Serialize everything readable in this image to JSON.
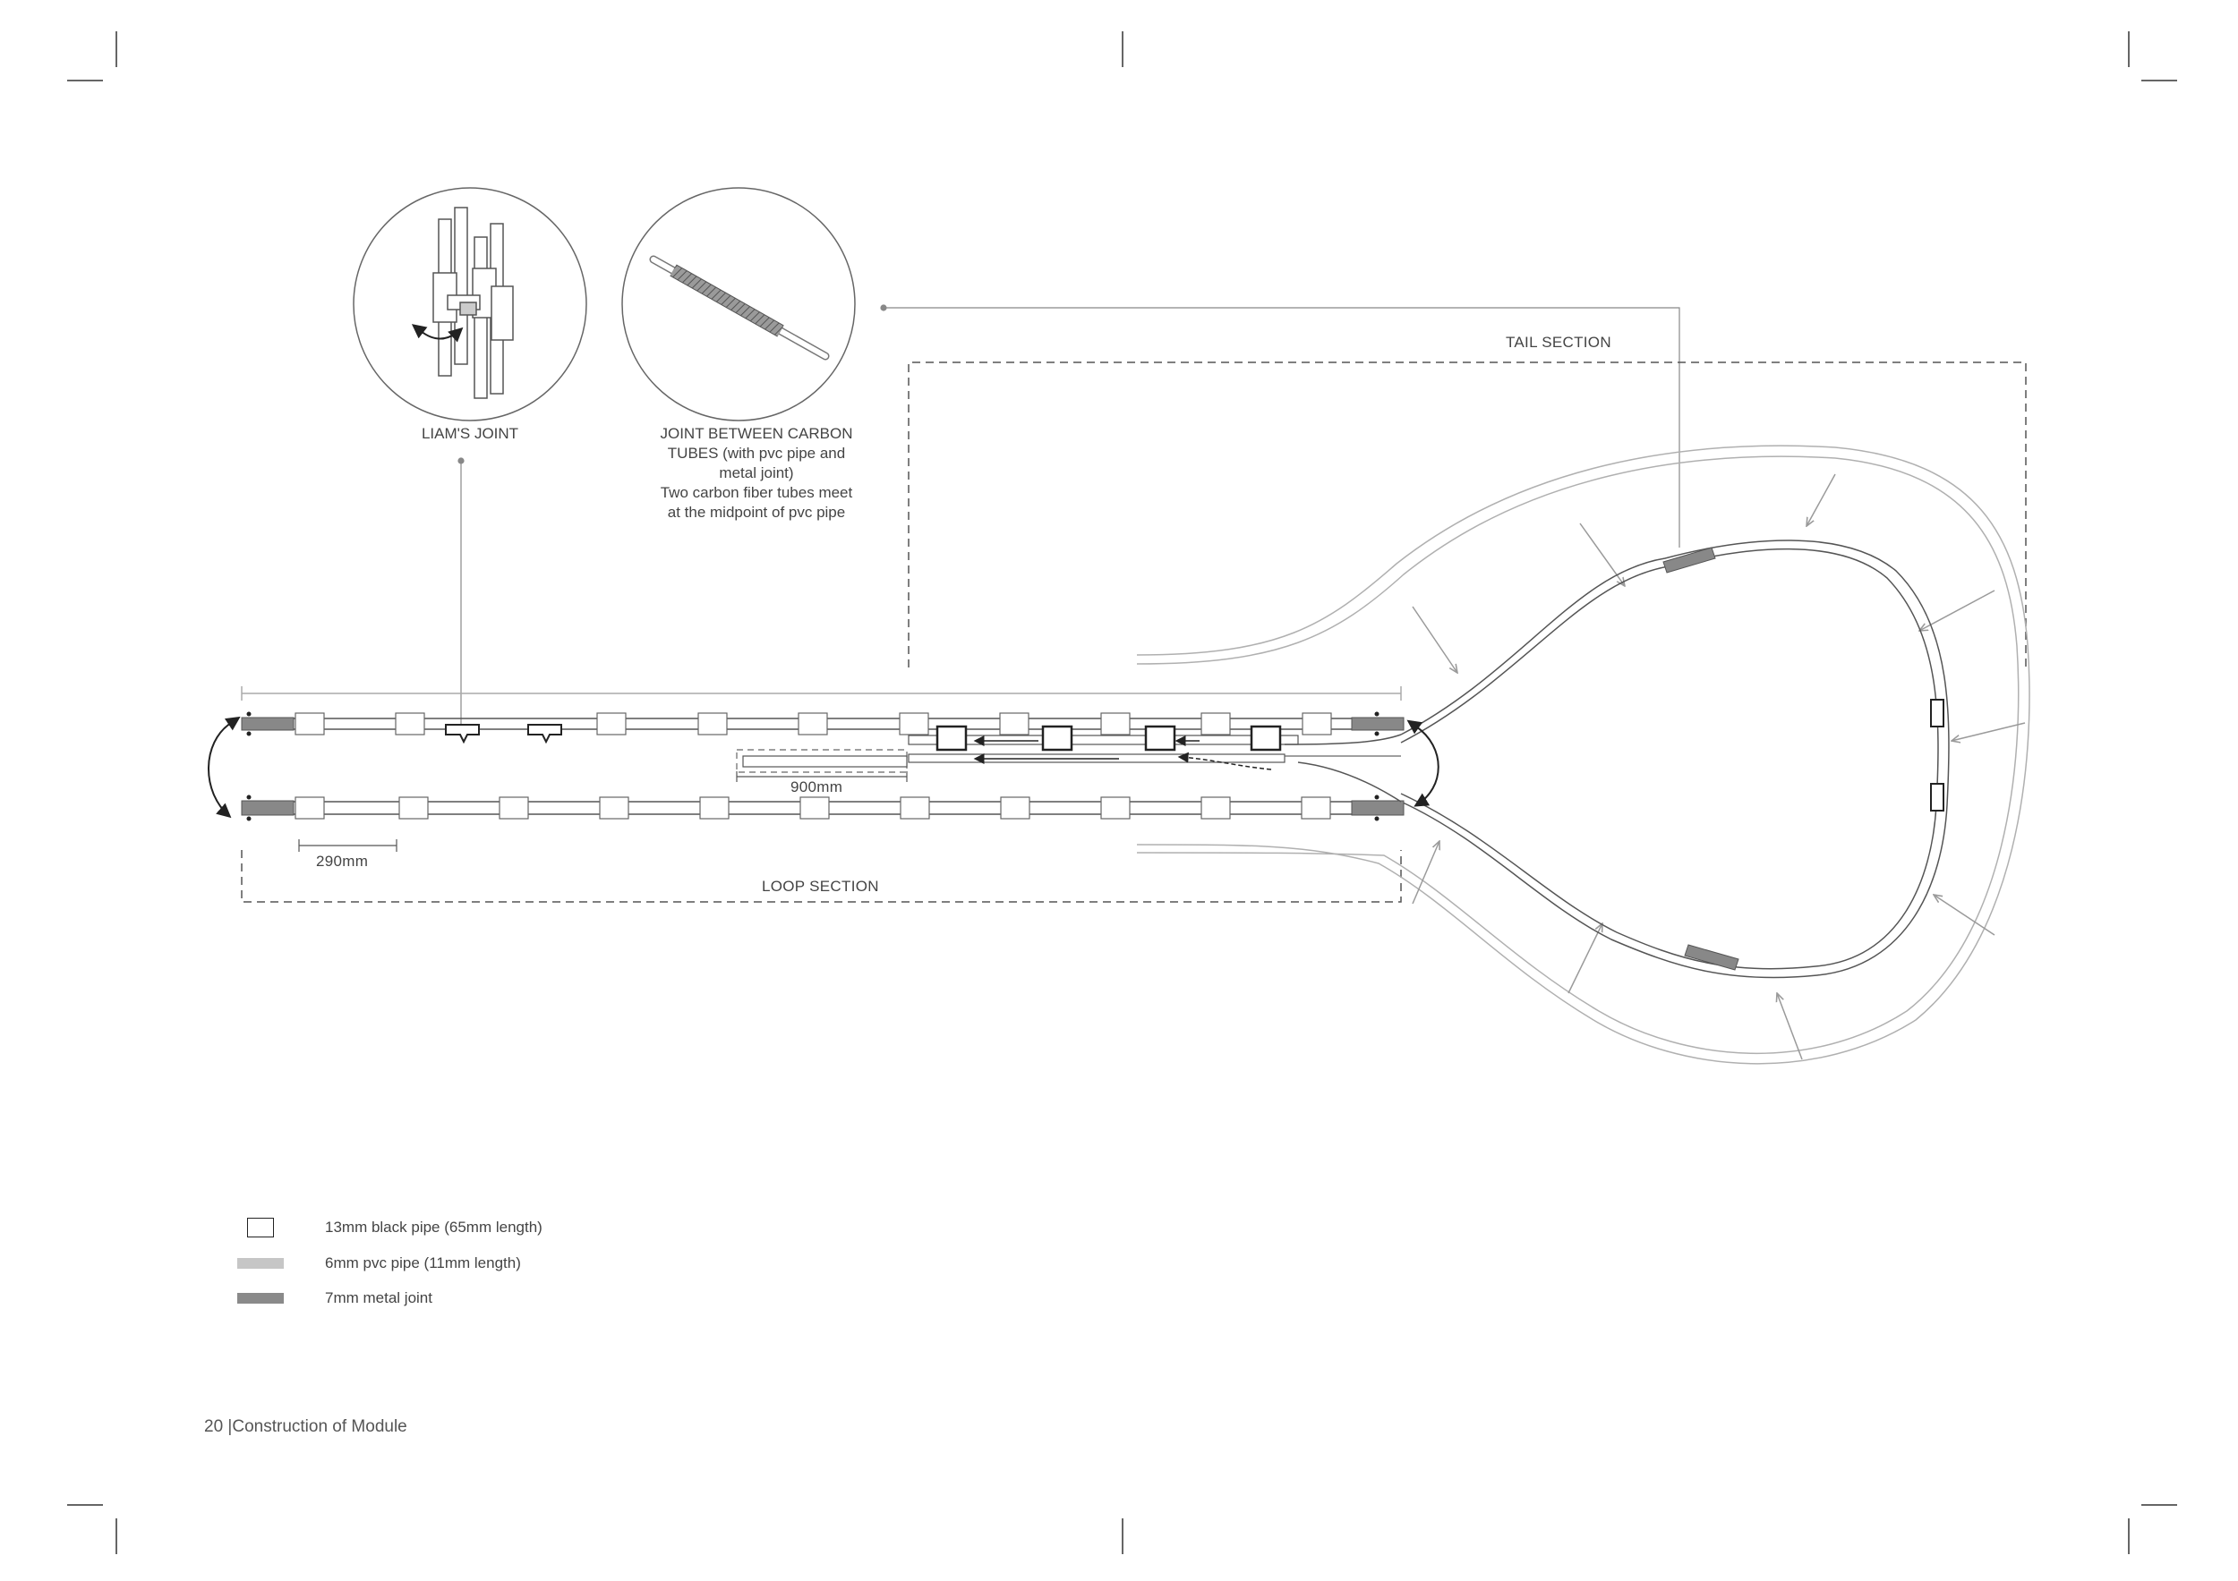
{
  "labels": {
    "tail_section": "TAIL SECTION",
    "loop_section": "LOOP SECTION",
    "dim_900": "900mm",
    "dim_290": "290mm"
  },
  "details": {
    "liams_joint": "LIAM'S JOINT",
    "carbon_joint": [
      "JOINT BETWEEN CARBON",
      "TUBES (with pvc pipe and",
      "metal joint)",
      "Two carbon fiber tubes meet",
      "at the midpoint of pvc pipe"
    ]
  },
  "legend": [
    {
      "icon": "black-pipe-box",
      "text": "13mm black pipe (65mm length)",
      "color": "#222222"
    },
    {
      "icon": "pvc-pipe-bar",
      "text": "6mm pvc pipe (11mm length)",
      "color": "#c6c6c6"
    },
    {
      "icon": "metal-joint-bar",
      "text": "7mm metal joint",
      "color": "#8a8a8a"
    }
  ],
  "footer": {
    "page": "20",
    "separator": "|",
    "title": "Construction of Module"
  },
  "colors": {
    "line": "#555555",
    "light": "#aaaaaa",
    "pvc": "#c6c6c6",
    "metal": "#8a8a8a"
  }
}
